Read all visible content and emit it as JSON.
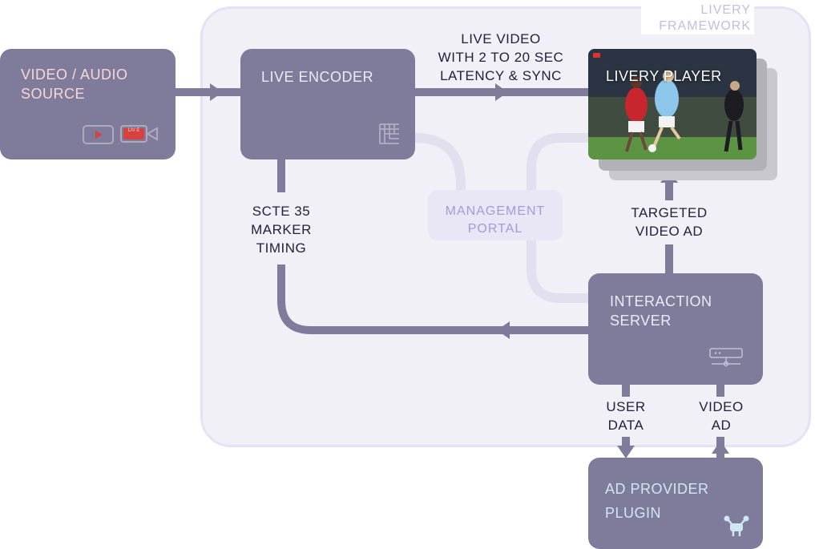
{
  "framework": {
    "line1": "LIVERY",
    "line2": "FRAMEWORK"
  },
  "source": {
    "line1": "VIDEO / AUDIO",
    "line2": "SOURCE",
    "live_badge": "LIV E"
  },
  "encoder": {
    "title": "LIVE ENCODER"
  },
  "player": {
    "title": "LIVERY PLAYER"
  },
  "server": {
    "line1": "INTERACTION",
    "line2": "SERVER"
  },
  "plugin": {
    "line1": "AD PROVIDER",
    "line2": "PLUGIN"
  },
  "portal": {
    "line1": "MANAGEMENT",
    "line2": "PORTAL"
  },
  "labels": {
    "live_video": [
      "LIVE VIDEO",
      "WITH 2 TO 20 SEC",
      "LATENCY & SYNC"
    ],
    "scte": [
      "SCTE 35",
      "MARKER",
      "TIMING"
    ],
    "targeted": [
      "TARGETED",
      "VIDEO AD"
    ],
    "user_data": [
      "USER",
      "DATA"
    ],
    "video_ad": [
      "VIDEO",
      "AD"
    ]
  },
  "colors": {
    "box": "#7f7c9b",
    "frame_bg": "#f1f0f7",
    "frame_border": "#e4e2f4",
    "portal_text": "#a29bd6",
    "source_text": "#f7d6d6",
    "plugin_text": "#cfe8f3"
  },
  "icons": [
    "youtube-icon",
    "live-camera-icon",
    "encoder-grid-icon",
    "server-rack-icon",
    "plug-icon"
  ]
}
